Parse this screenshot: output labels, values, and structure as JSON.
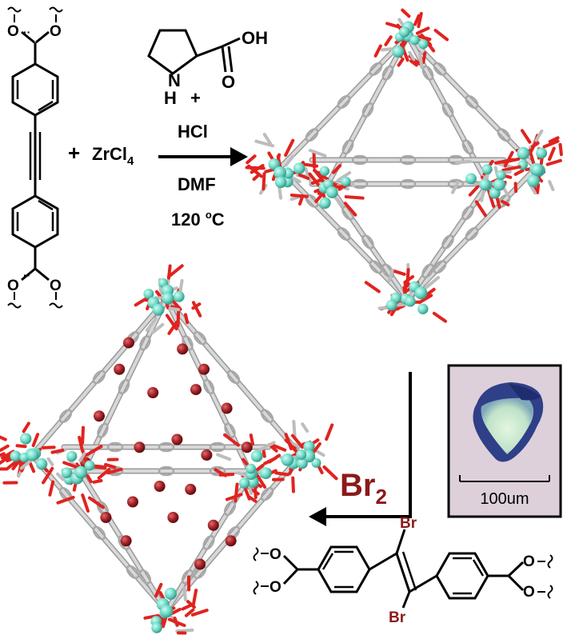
{
  "linker_top": {
    "substituent_label": "O",
    "bonds": "aromatic",
    "triple_bond": true
  },
  "reagents": {
    "plus1": "+",
    "metal_prefix": "ZrCl",
    "metal_subscript": "4",
    "proline_nh": "N",
    "proline_h": "H",
    "proline_oh": "OH",
    "proline_o": "O",
    "plus2": "+",
    "acid": "HCl",
    "solvent": "DMF",
    "temperature_prefix": "120 ",
    "temperature_degree": "o",
    "temperature_unit": "C"
  },
  "bromination": {
    "reagent_prefix": "Br",
    "reagent_subscript": "2",
    "br_top": "Br",
    "br_bottom": "Br",
    "o_label": "O"
  },
  "micrograph": {
    "scale_label": "100um"
  },
  "colors": {
    "oxygen_red": "#e0231f",
    "zirconium_cyan": "#6fd7c5",
    "carbon_gray": "#d8d8d8",
    "bromine_maroon": "#8a1a1f",
    "br2_label": "#8b1a1a",
    "micrograph_bg": "#ddd0db",
    "crystal_blue": "#3a4d9a",
    "crystal_face": "#c8e8cf"
  },
  "icons": {
    "reaction_arrow": "arrow-right-icon",
    "bromination_arrow": "arrow-elbow-left-icon",
    "squiggle": "squiggle-bond-icon"
  }
}
